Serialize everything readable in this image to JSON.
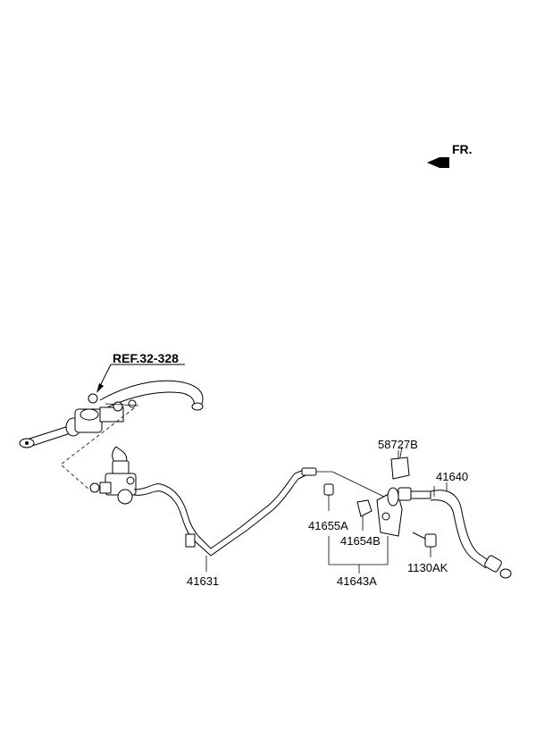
{
  "direction_indicator": {
    "label": "FR."
  },
  "reference": {
    "label": "REF.32-328"
  },
  "parts": [
    {
      "id": "58727B",
      "label": "58727B"
    },
    {
      "id": "41640",
      "label": "41640"
    },
    {
      "id": "41655A",
      "label": "41655A"
    },
    {
      "id": "41654B",
      "label": "41654B"
    },
    {
      "id": "1130AK",
      "label": "1130AK"
    },
    {
      "id": "41631",
      "label": "41631"
    },
    {
      "id": "41643A",
      "label": "41643A"
    }
  ]
}
